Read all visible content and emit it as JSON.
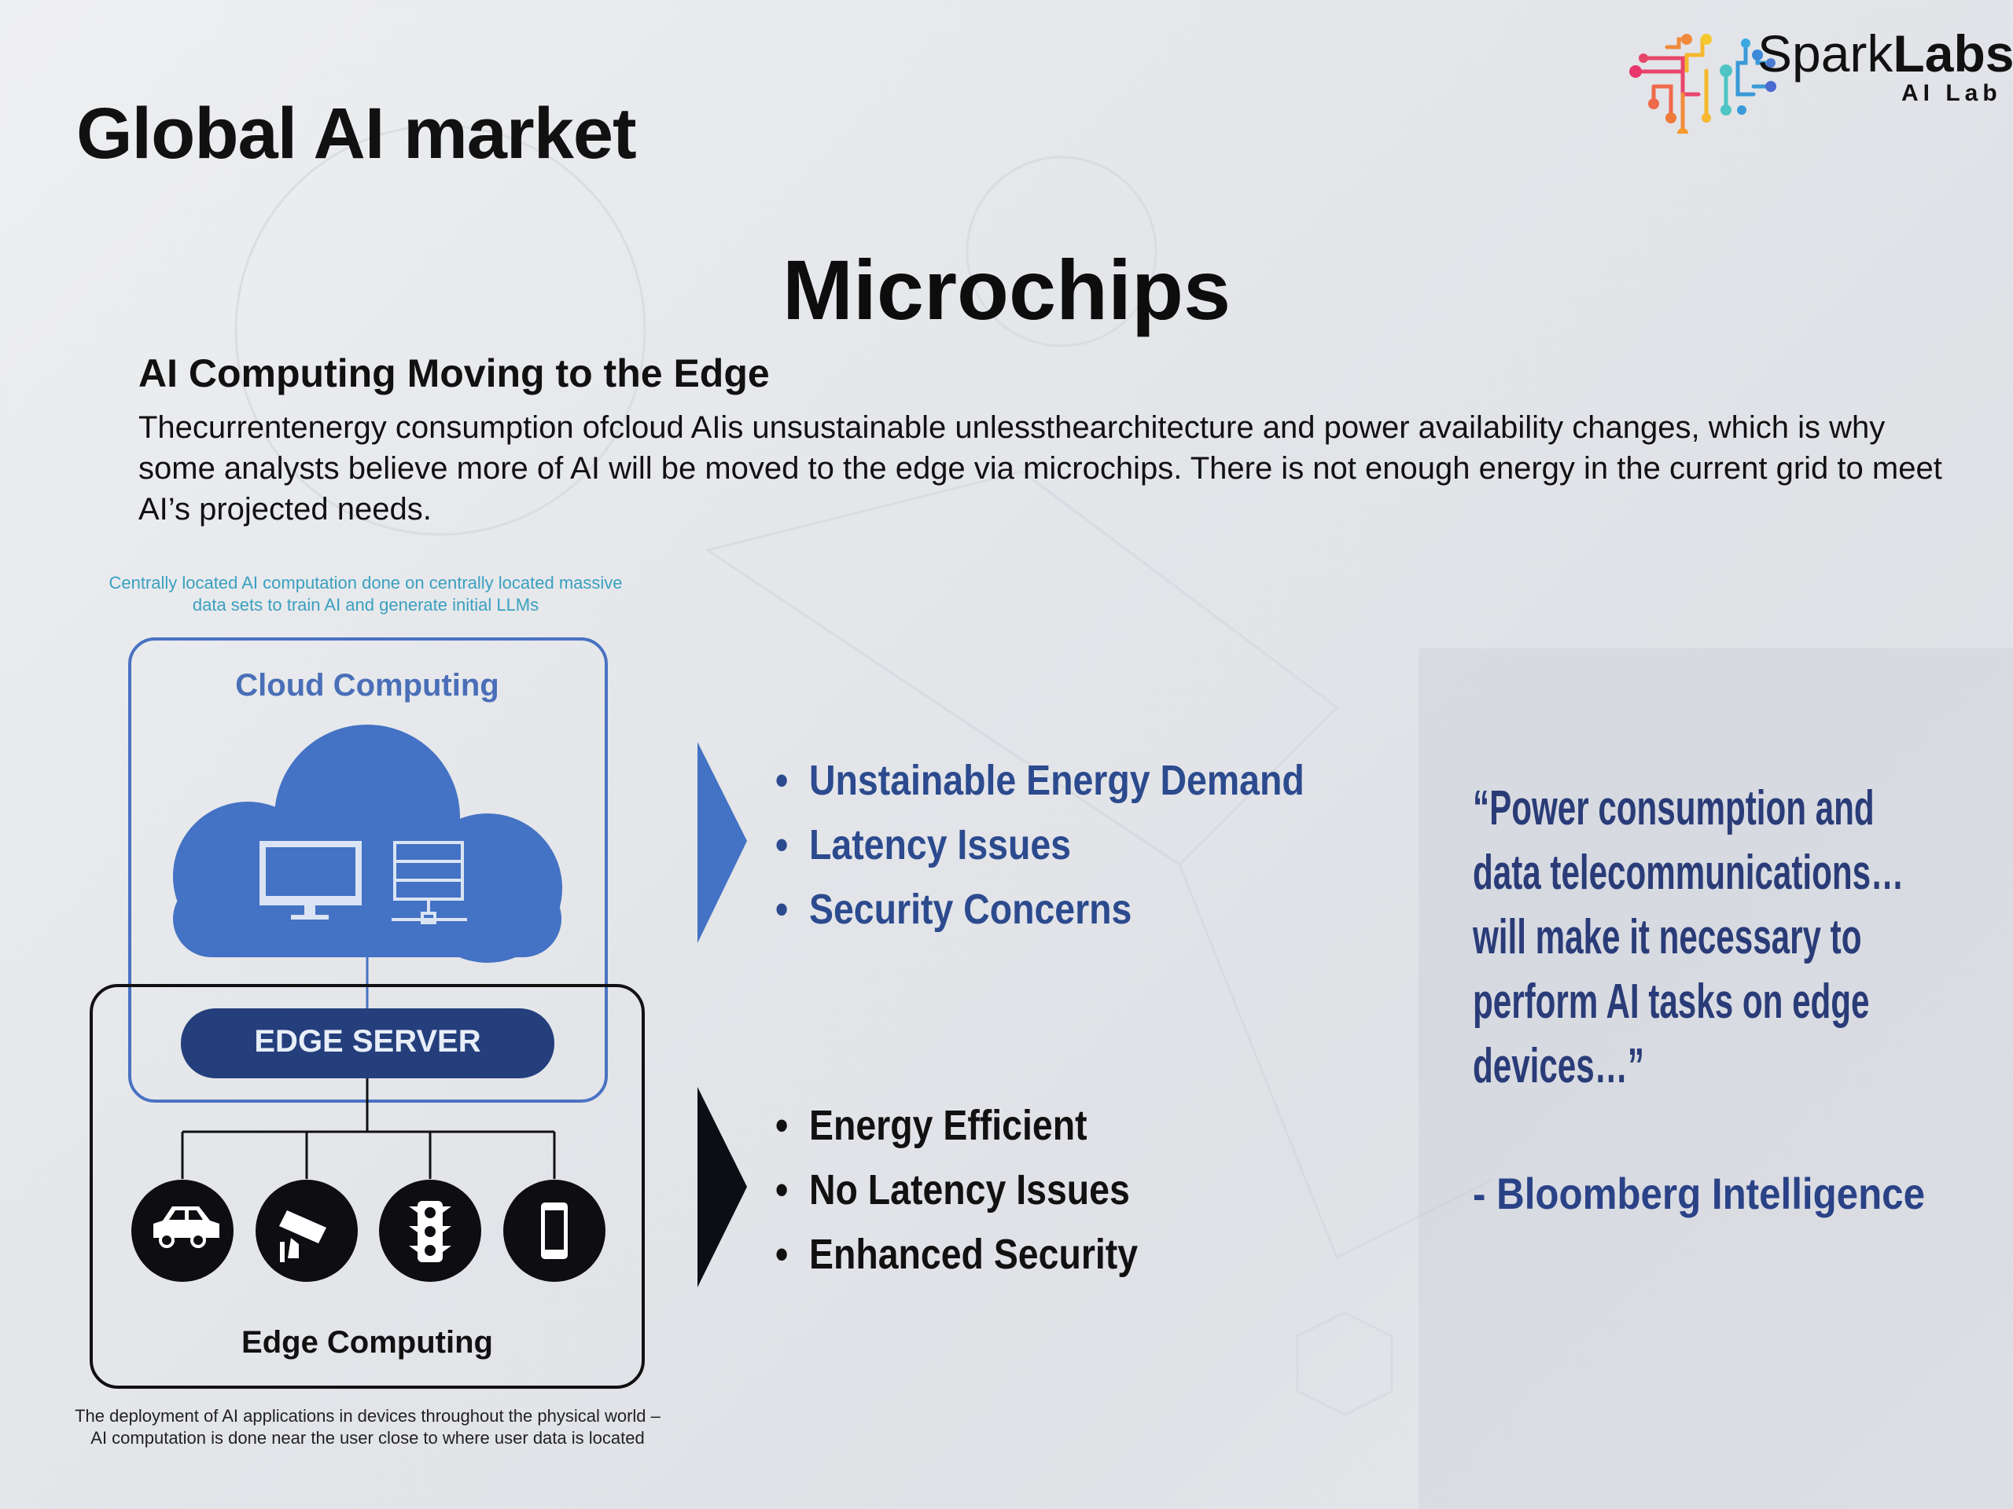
{
  "header": {
    "title": "Global AI market",
    "logo": {
      "name": "SparkLabs",
      "name_regular": "Spark",
      "name_bold": "Labs",
      "subtitle": "AI Lab"
    }
  },
  "section_title": "Microchips",
  "subheading": "AI Computing Moving to the Edge",
  "paragraph": "Thecurrentenergy consumption ofcloud AIis unsustainable unlessthearchitecture and power availability changes, which is why some analysts believe more of AI will be moved to the edge via microchips. There is not enough energy in the current grid to meet AI’s projected needs.",
  "diagram": {
    "caption_top": [
      "Centrally located AI computation done on centrally located massive",
      "data sets to train AI and generate initial LLMs"
    ],
    "cloud_label": "Cloud Computing",
    "edge_server_label": "EDGE SERVER",
    "edge_label": "Edge Computing",
    "devices": [
      "car-icon",
      "security-camera-icon",
      "traffic-light-icon",
      "smartphone-icon"
    ],
    "caption_bottom": [
      "The deployment of AI applications in devices throughout the physical world –",
      "AI computation is done near the user close to where user data is located"
    ]
  },
  "cloud_issues": [
    "Unstainable Energy Demand",
    "Latency Issues",
    "Security Concerns"
  ],
  "edge_benefits": [
    "Energy Efficient",
    "No Latency Issues",
    "Enhanced Security"
  ],
  "quote": {
    "lines": [
      "“Power consumption and",
      "data telecommunications…",
      "will make it necessary to",
      "perform AI tasks on edge",
      "devices…”"
    ],
    "attribution": "- Bloomberg Intelligence"
  },
  "colors": {
    "cloud_blue": "#4472c4",
    "edge_server": "#243f7c",
    "caption_teal": "#3aa0c0",
    "bullet_blue": "#2c4a8e",
    "quote_navy": "#2a3c78"
  }
}
